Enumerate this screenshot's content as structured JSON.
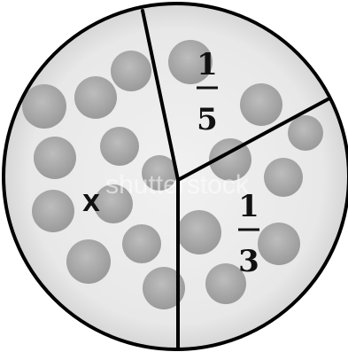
{
  "pizza": {
    "crust_color": "#dcdcdc",
    "cheese_color": "#ececec",
    "pepperoni_color": "#a9a9a9",
    "outline_color": "#000000"
  },
  "slices": [
    {
      "id": "x",
      "label": "X"
    },
    {
      "id": "fifth",
      "numerator": "1",
      "denominator": "5"
    },
    {
      "id": "third",
      "numerator": "1",
      "denominator": "3"
    }
  ],
  "watermark": "shutterstock"
}
